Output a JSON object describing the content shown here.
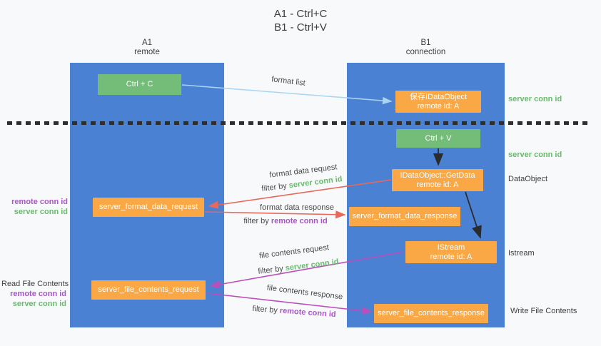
{
  "title": {
    "line1": "A1 - Ctrl+C",
    "line2": "B1 - Ctrl+V"
  },
  "columns": {
    "left": {
      "name": "A1",
      "subtitle": "remote"
    },
    "right": {
      "name": "B1",
      "subtitle": "connection"
    }
  },
  "nodes": {
    "ctrl_c": "Ctrl + C",
    "save_dataobject": {
      "line1": "保存IDataObject",
      "line2": "remote id: A"
    },
    "ctrl_v": "Ctrl + V",
    "getdata": {
      "line1": "IDataObject::GetData",
      "line2": "remote id: A"
    },
    "format_request": "server_format_data_request",
    "format_response": "server_format_data_response",
    "istream": {
      "line1": "IStream",
      "line2": "remote id: A"
    },
    "file_request": "server_file_contents_request",
    "file_response": "server_file_contents_response"
  },
  "labels": {
    "format_list": "format list",
    "format_data_request": "format data request",
    "format_data_response": "format data response",
    "file_contents_request": "file contents request",
    "file_contents_response": "file contents response",
    "filter_by": "filter by ",
    "server_conn_id": "server conn id",
    "remote_conn_id": "remote conn id"
  },
  "side_labels": {
    "read_file_contents": "Read File Contents",
    "write_file_contents": "Write File Contents",
    "dataobject": "DataObject",
    "istream": "Istream"
  },
  "colors": {
    "column_blue": "#4a81d3",
    "box_green": "#74bd78",
    "box_orange": "#f9a845",
    "arrow_light_blue": "#aad5f2",
    "arrow_red": "#e8685c",
    "arrow_magenta": "#bb4ebb",
    "arrow_black": "#2b2b2b",
    "text_green": "#67bb6b",
    "text_purple": "#a855c8",
    "background": "#f8f9fa"
  }
}
